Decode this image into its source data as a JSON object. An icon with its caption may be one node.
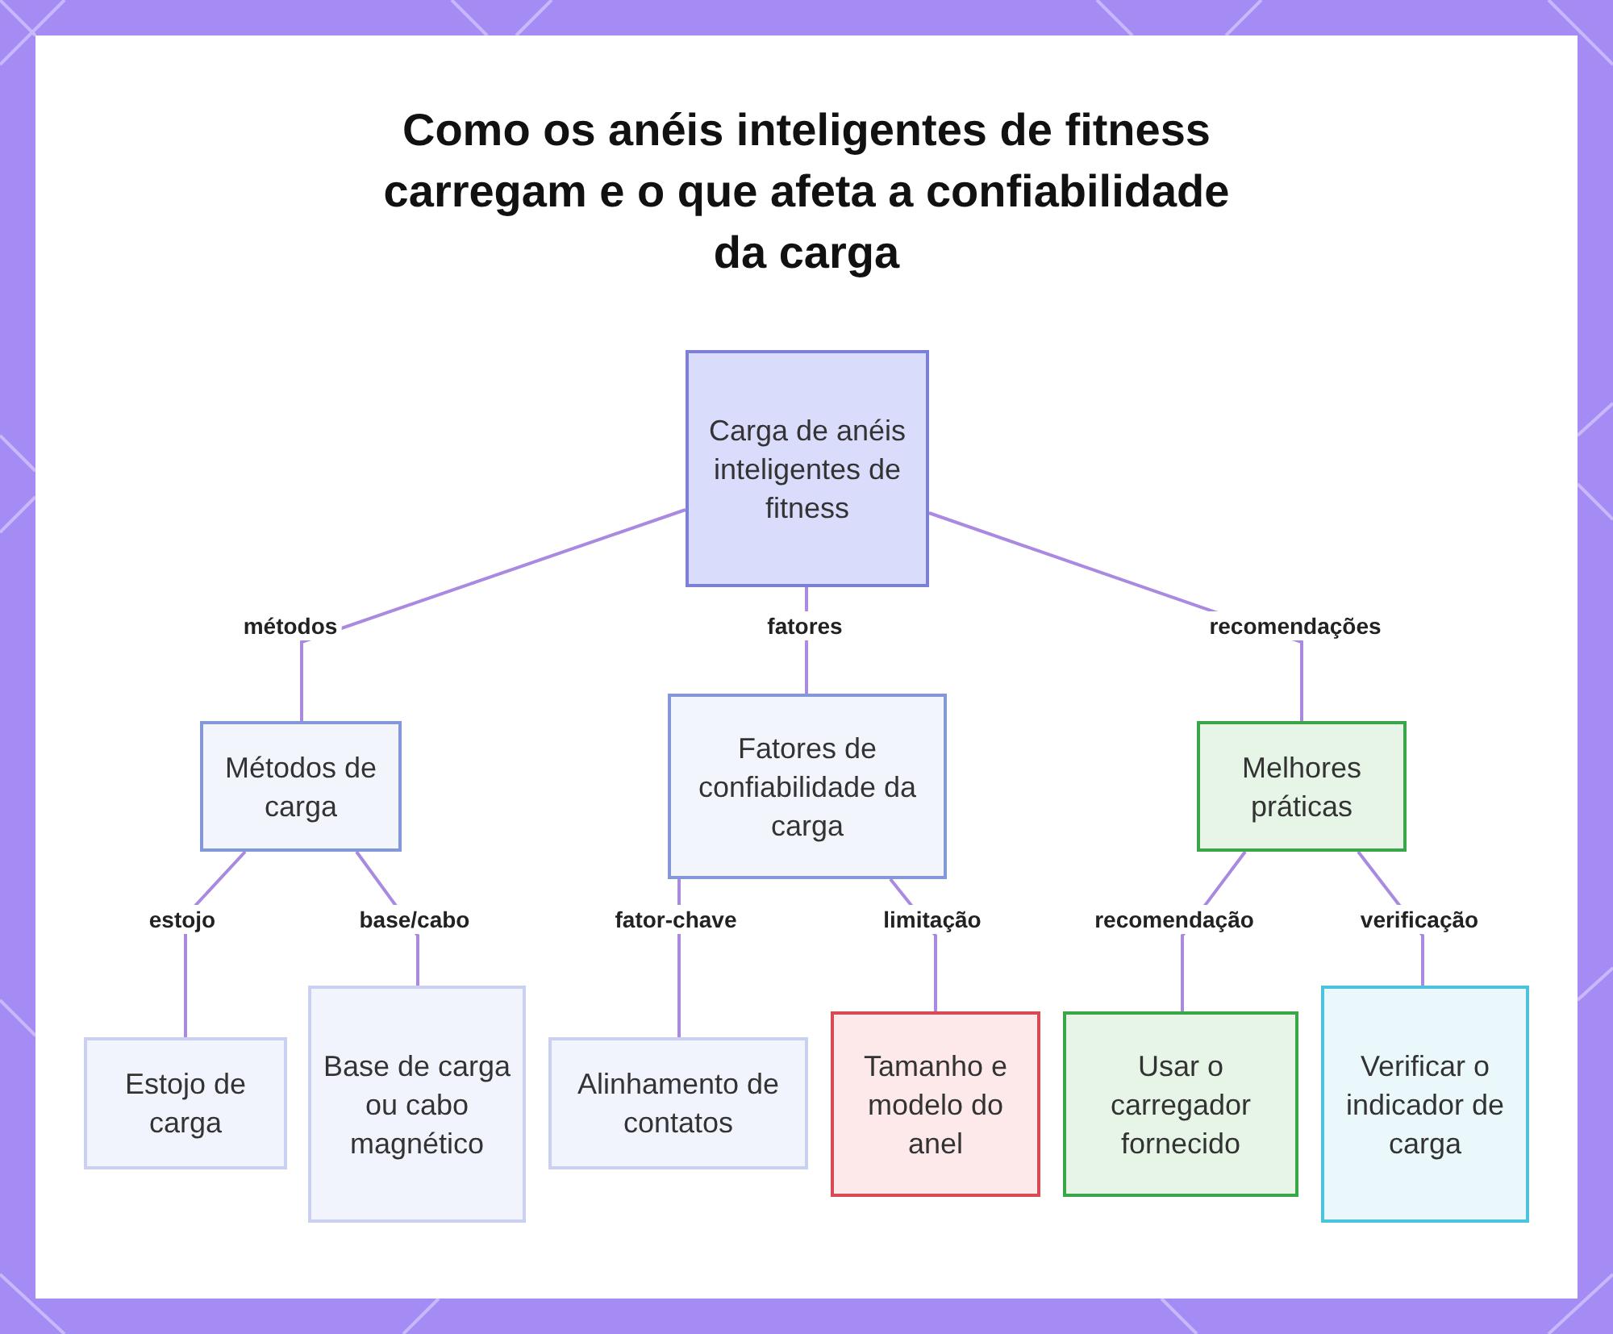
{
  "diagram": {
    "title": "Como os anéis inteligentes de fitness carregam e o que afeta a confiabilidade da carga",
    "nodes": [
      {
        "text": [
          "Carga de anéis inteligentes de fitness"
        ]
      },
      {
        "text": [
          "Métodos de carga"
        ]
      },
      {
        "text": [
          "Fatores de confiabilidade da carga"
        ]
      },
      {
        "text": [
          "Melhores práticas"
        ]
      },
      {
        "text": [
          "Estojo de carga"
        ]
      },
      {
        "text": [
          "Base de carga ou cabo magnético"
        ]
      },
      {
        "text": [
          "Alinhamento de contatos"
        ]
      },
      {
        "text": [
          "Tamanho e modelo do anel"
        ]
      },
      {
        "text": [
          "Usar o carregador fornecido"
        ]
      },
      {
        "text": [
          "Verificar o indicador de carga"
        ]
      }
    ],
    "edges": [
      {
        "from": 0,
        "to": 1,
        "arrow": "none",
        "label": "métodos"
      },
      {
        "from": 0,
        "to": 2,
        "arrow": "none",
        "label": "fatores"
      },
      {
        "from": 0,
        "to": 3,
        "arrow": "none",
        "label": "recomendações"
      },
      {
        "from": 1,
        "to": 4,
        "arrow": "none",
        "label": "estojo"
      },
      {
        "from": 1,
        "to": 5,
        "arrow": "none",
        "label": "base/cabo"
      },
      {
        "from": 2,
        "to": 6,
        "arrow": "none",
        "label": "fator-chave"
      },
      {
        "from": 2,
        "to": 7,
        "arrow": "none",
        "label": "limitação"
      },
      {
        "from": 3,
        "to": 8,
        "arrow": "none",
        "label": "recomendação"
      },
      {
        "from": 3,
        "to": 9,
        "arrow": "none",
        "label": "verificação"
      }
    ]
  }
}
